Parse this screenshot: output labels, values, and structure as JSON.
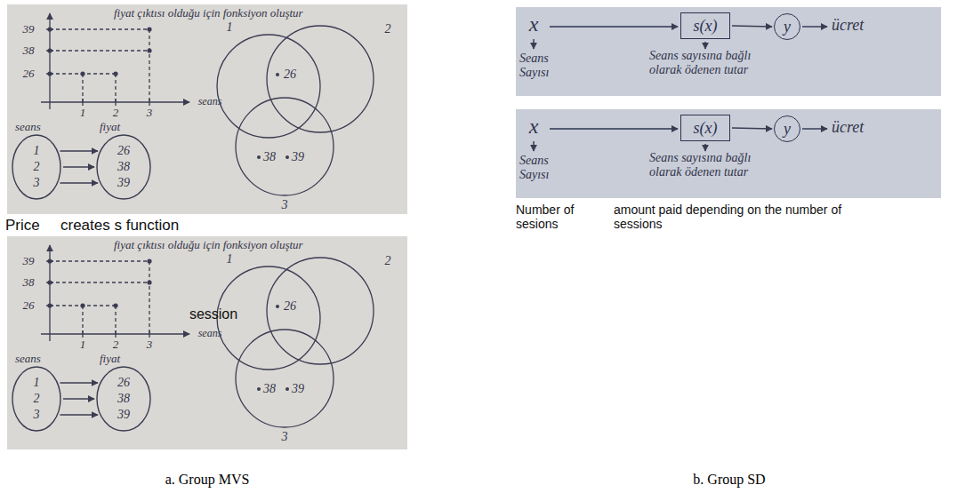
{
  "diagram": {
    "nodes": [
      {
        "text": [
          "seans",
          "1",
          "2",
          "3"
        ]
      },
      {
        "text": [
          "fiyat",
          "26",
          "38",
          "39"
        ]
      },
      {
        "text": [
          "seans",
          "1",
          "2",
          "3"
        ]
      },
      {
        "text": [
          "fiyat",
          "26",
          "38",
          "39"
        ]
      },
      {
        "text": [
          "s(x)"
        ]
      },
      {
        "text": [
          "y"
        ]
      },
      {
        "text": [
          "s(x)"
        ]
      },
      {
        "text": [
          "y"
        ]
      }
    ],
    "edges": [
      {
        "from": 0,
        "to": 1,
        "arrow": "to"
      },
      {
        "from": 0,
        "to": 1,
        "arrow": "to"
      },
      {
        "from": 0,
        "to": 1,
        "arrow": "to"
      },
      {
        "from": 2,
        "to": 3,
        "arrow": "to"
      },
      {
        "from": 2,
        "to": 3,
        "arrow": "to"
      },
      {
        "from": 2,
        "to": 3,
        "arrow": "to"
      },
      {
        "from": 4,
        "to": 5,
        "arrow": "to"
      },
      {
        "from": 6,
        "to": 7,
        "arrow": "to"
      }
    ],
    "labels": [
      "fiyat çıktısı olduğu için fonksiyon oluştur",
      "39",
      "38",
      "26",
      "1",
      "2",
      "3",
      "seans",
      "1",
      "2",
      "3",
      "26",
      "38",
      "39",
      "Price",
      "creates s function",
      "fiyat çıktısı olduğu için fonksiyon oluştur",
      "39",
      "38",
      "26",
      "1",
      "2",
      "3",
      "seans",
      "session",
      "1",
      "2",
      "3",
      "26",
      "38",
      "39",
      "a. Group MVS",
      "x",
      "Seans Sayısı",
      "Seans sayısına bağlı olarak ödenen tutar",
      "ücret",
      "x",
      "Seans Sayısı",
      "Seans sayısına bağlı olarak ödenen tutar",
      "ücret",
      "Number of sesions",
      "amount paid depending on the number of sessions",
      "b. Group SD"
    ]
  }
}
